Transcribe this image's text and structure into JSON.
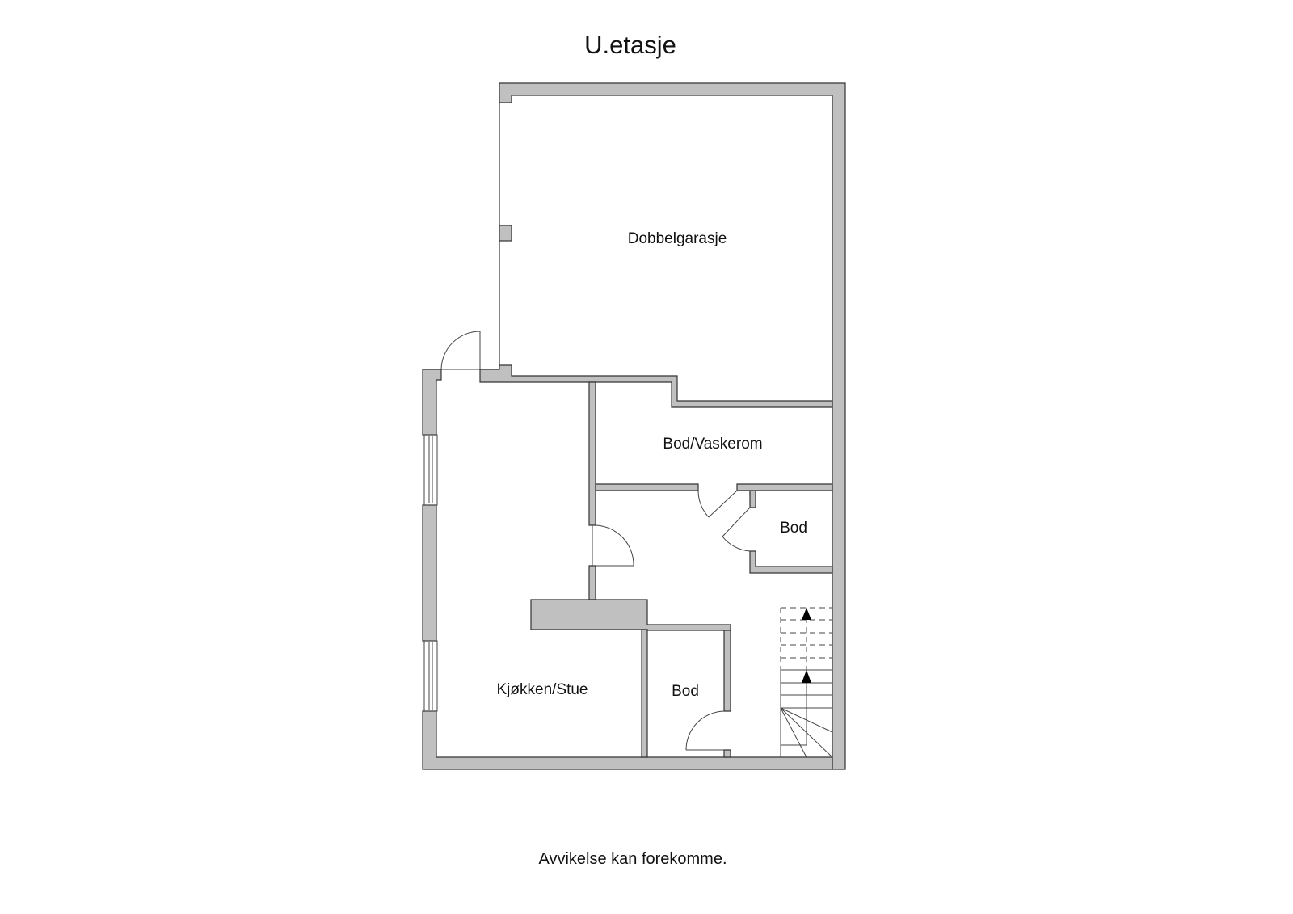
{
  "title": "U.etasje",
  "footer": "Avvikelse kan forekomme.",
  "rooms": {
    "garage": "Dobbelgarasje",
    "laundry": "Bod/Vaskerom",
    "storage_right": "Bod",
    "kitchen_living": "Kjøkken/Stue",
    "storage_lower": "Bod"
  },
  "colors": {
    "wall_fill": "#c0c0c0",
    "wall_stroke": "#333333",
    "background": "#ffffff"
  }
}
